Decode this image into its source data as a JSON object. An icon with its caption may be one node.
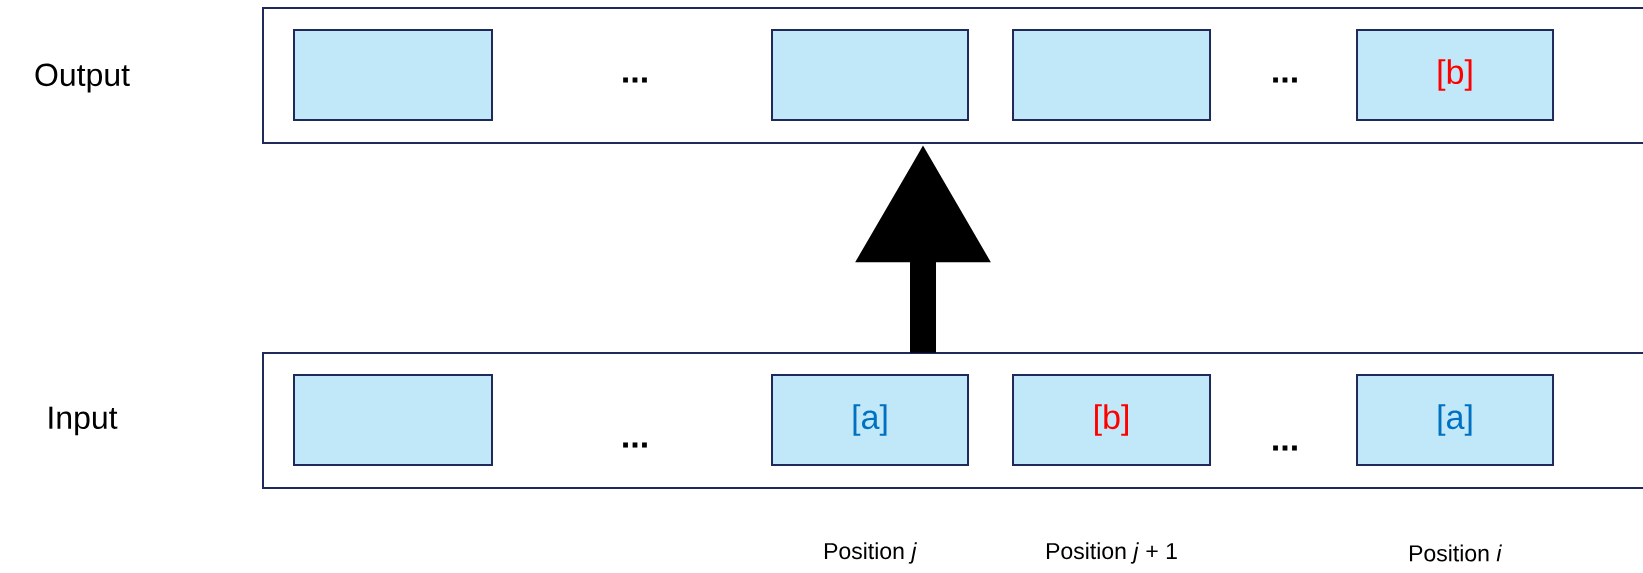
{
  "diagram": {
    "nodes": [
      {
        "text": [
          "Output"
        ]
      },
      {
        "text": [],
        "shape": "box",
        "in": 0
      },
      {
        "text": [],
        "shape": "box",
        "in": 0
      },
      {
        "text": [],
        "shape": "box",
        "in": 0
      },
      {
        "text": [
          "[b]"
        ],
        "in": 0
      },
      {
        "text": [
          "Input"
        ]
      },
      {
        "text": [],
        "shape": "box",
        "in": 5
      },
      {
        "text": [
          "[a]"
        ],
        "in": 5,
        "beside": [
          "Position *j*"
        ]
      },
      {
        "text": [
          "[b]"
        ],
        "in": 5,
        "beside": [
          "Position *j* + 1"
        ]
      },
      {
        "text": [
          "[a]"
        ],
        "in": 5,
        "beside": [
          "Position *i*"
        ]
      }
    ],
    "edges": [
      {
        "from": 5,
        "to": 0,
        "arrow": "to"
      }
    ],
    "labels": [
      "...",
      "...",
      "...",
      "..."
    ]
  }
}
